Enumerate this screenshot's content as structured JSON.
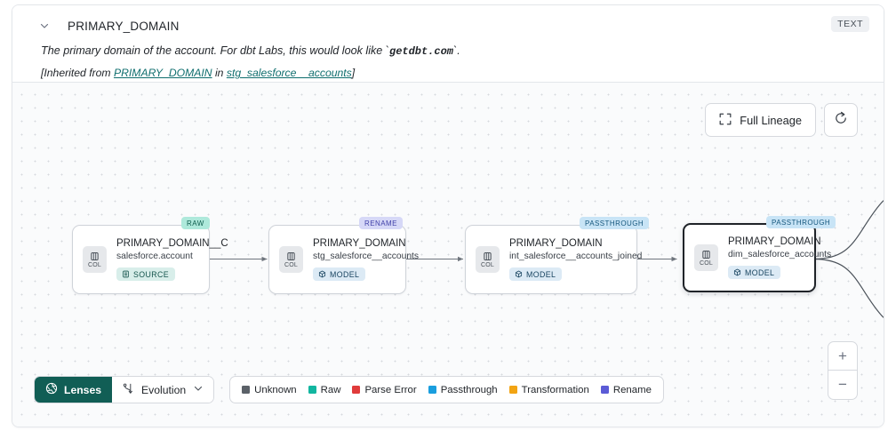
{
  "header": {
    "chevron_icon": "chevron-down-icon",
    "title": "PRIMARY_DOMAIN",
    "type_badge": "TEXT",
    "description_pre": "The primary domain of the account. For dbt Labs, this would look like `",
    "description_code": "getdbt.com",
    "description_post": "`.",
    "inherited_prefix": "[Inherited from ",
    "inherited_column": "PRIMARY_DOMAIN",
    "inherited_mid": " in ",
    "inherited_model": "stg_salesforce__accounts",
    "inherited_suffix": "]"
  },
  "controls": {
    "full_lineage_label": "Full Lineage",
    "full_lineage_icon": "expand-icon",
    "refresh_icon": "refresh-icon",
    "zoom_in_label": "+",
    "zoom_out_label": "−"
  },
  "graph": {
    "col_chip_label": "COL",
    "nodes": [
      {
        "tag": "RAW",
        "tag_kind": "raw",
        "title": "PRIMARY_DOMAIN__C",
        "subtitle": "salesforce.account",
        "type_label": "SOURCE",
        "type_kind": "source",
        "type_icon": "database-icon",
        "selected": false
      },
      {
        "tag": "RENAME",
        "tag_kind": "rename",
        "title": "PRIMARY_DOMAIN",
        "subtitle": "stg_salesforce__accounts",
        "type_label": "MODEL",
        "type_kind": "model",
        "type_icon": "cube-icon",
        "selected": false
      },
      {
        "tag": "PASSTHROUGH",
        "tag_kind": "passthrough",
        "title": "PRIMARY_DOMAIN",
        "subtitle": "int_salesforce__accounts_joined",
        "type_label": "MODEL",
        "type_kind": "model",
        "type_icon": "cube-icon",
        "selected": false
      },
      {
        "tag": "PASSTHROUGH",
        "tag_kind": "passthrough",
        "title": "PRIMARY_DOMAIN",
        "subtitle": "dim_salesforce_accounts",
        "type_label": "MODEL",
        "type_kind": "model",
        "type_icon": "cube-icon",
        "selected": true
      }
    ]
  },
  "toolbar": {
    "lenses_label": "Lenses",
    "lenses_icon": "aperture-icon",
    "evolution_label": "Evolution",
    "evolution_icon": "evolution-icon",
    "evolution_chevron_icon": "chevron-down-icon",
    "legend": [
      {
        "label": "Unknown",
        "color": "#5b6168"
      },
      {
        "label": "Raw",
        "color": "#12b6a0"
      },
      {
        "label": "Parse Error",
        "color": "#e03b3b"
      },
      {
        "label": "Passthrough",
        "color": "#1a9ede"
      },
      {
        "label": "Transformation",
        "color": "#f2a413"
      },
      {
        "label": "Rename",
        "color": "#5b5bd6"
      }
    ]
  }
}
